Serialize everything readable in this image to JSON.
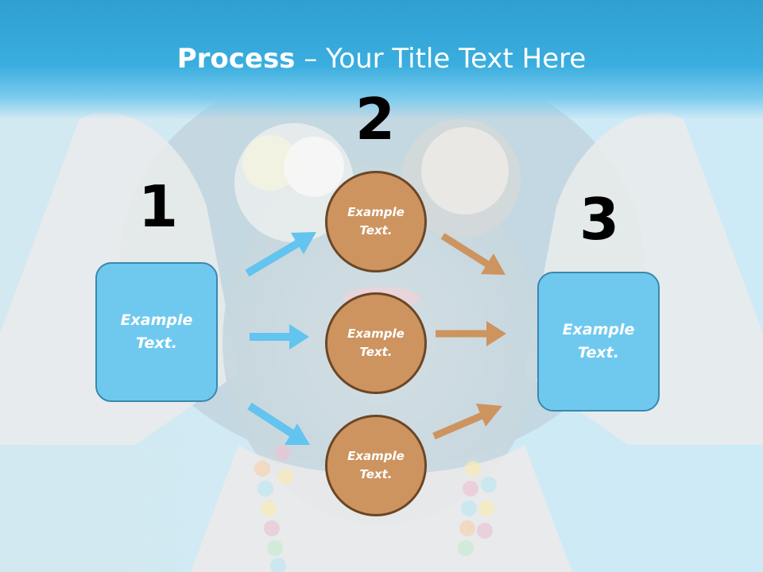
{
  "title": {
    "bold": "Process",
    "rest": " – Your Title Text Here"
  },
  "steps": [
    {
      "number": "1",
      "box_text": "Example Text."
    },
    {
      "number": "2"
    },
    {
      "number": "3",
      "box_text": "Example Text."
    }
  ],
  "circles": [
    {
      "text": "Example Text."
    },
    {
      "text": "Example Text."
    },
    {
      "text": "Example Text."
    }
  ],
  "colors": {
    "title_band": "#3aaedf",
    "box_fill": "#6fc9ee",
    "box_border": "#3a88ad",
    "circle_fill": "#cd9460",
    "circle_border": "#6b4626",
    "arrow_blue": "#62c4ef",
    "arrow_brown": "#cd9460"
  }
}
